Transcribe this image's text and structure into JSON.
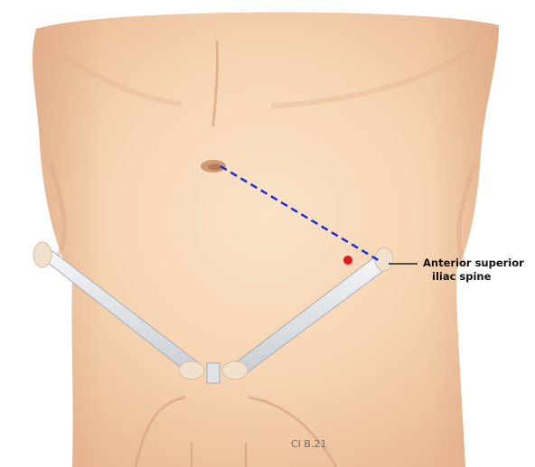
{
  "annotation": {
    "label_line_1": "Anterior superior",
    "label_line_2": "iliac spine"
  },
  "signature": "CI B.21",
  "colors": {
    "skin": "#f6d7b7",
    "skin_shadow": "#e8b894",
    "ligament": "#e9ecef",
    "guide_line": "#1f2fd4",
    "marker": "#e01b1b",
    "leader_line": "#222222"
  },
  "icons": {
    "marker": "red-dot-icon"
  }
}
